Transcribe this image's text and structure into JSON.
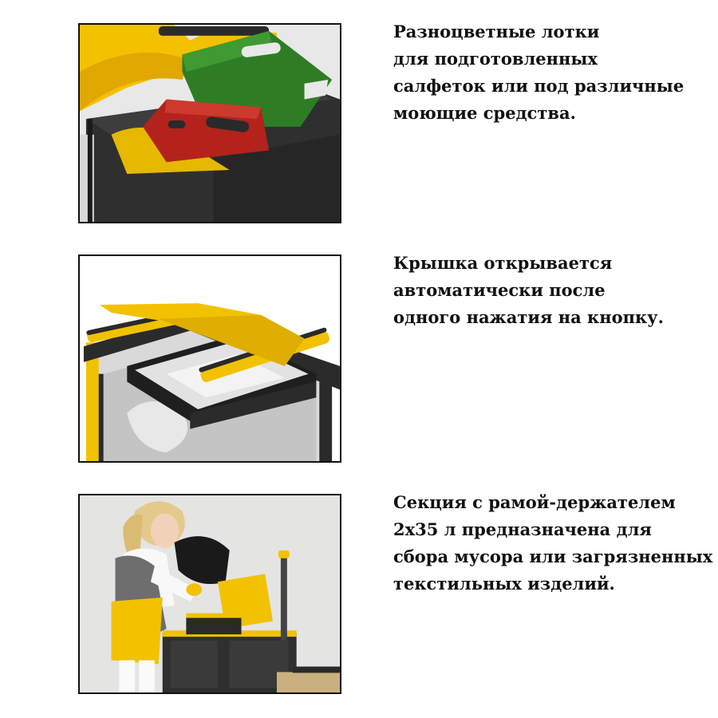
{
  "sections": [
    {
      "image": "colored-trays-photo",
      "lines": [
        "Разноцветные лотки",
        "для подготовленных",
        "салфеток или под различные",
        "моющие средства."
      ]
    },
    {
      "image": "auto-lid-photo",
      "lines": [
        "Крышка открывается",
        "автоматически после",
        "одного нажатия на кнопку."
      ]
    },
    {
      "image": "cleaner-with-cart-photo",
      "lines": [
        "Секция с рамой-держателем",
        "2x35 л предназначена для",
        "сбора мусора или загрязненных",
        "текстильных изделий."
      ]
    }
  ],
  "colors": {
    "yellow": "#f2c200",
    "green": "#2e7d24",
    "red": "#b3231c",
    "dark_gray": "#333333",
    "black": "#111111"
  }
}
